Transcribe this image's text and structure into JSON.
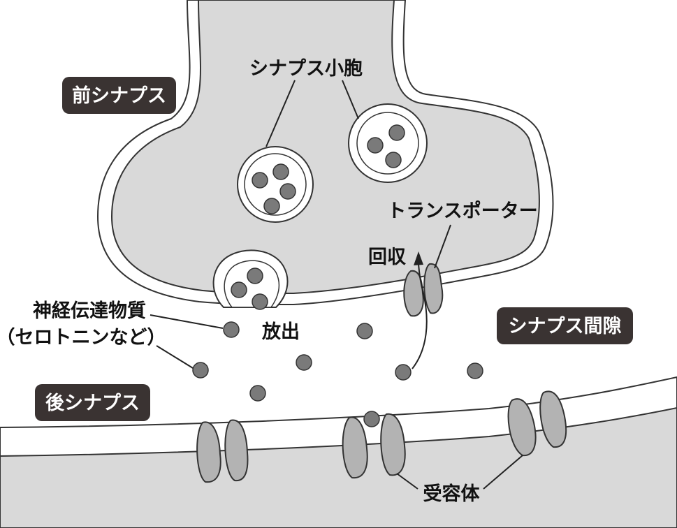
{
  "labels": {
    "presynaptic": "前シナプス",
    "vesicle": "シナプス小胞",
    "transporter": "トランスポーター",
    "reuptake": "回収",
    "neurotransmitter_line1": "神経伝達物質",
    "neurotransmitter_line2": "（セロトニンなど）",
    "release": "放出",
    "synaptic_cleft": "シナプス間隙",
    "postsynaptic": "後シナプス",
    "receptor": "受容体"
  },
  "colors": {
    "cell_fill": "#d9d9d9",
    "membrane_outline": "#333333",
    "molecule": "#7a7a7a",
    "protein": "#b3b3b3",
    "badge": "#3a3332",
    "background": "#ffffff"
  }
}
